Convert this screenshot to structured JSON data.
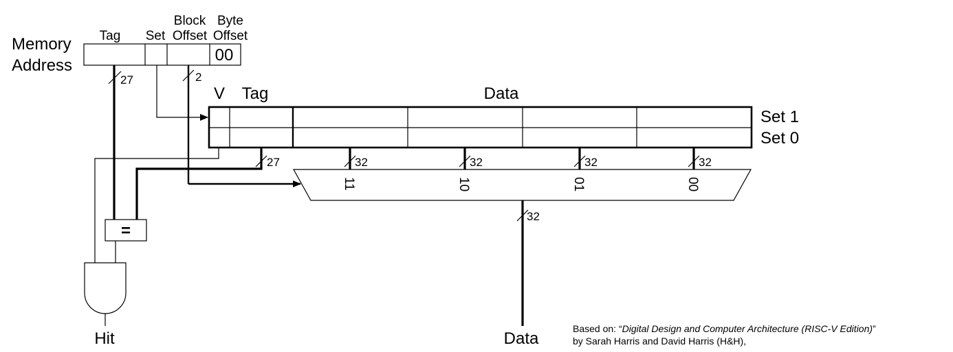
{
  "address": {
    "label_line1": "Memory",
    "label_line2": "Address",
    "fields": {
      "tag": "Tag",
      "set": "Set",
      "block_offset_line1": "Block",
      "block_offset_line2": "Offset",
      "byte_offset_line1": "Byte",
      "byte_offset_line2": "Offset"
    },
    "byte_offset_value": "00"
  },
  "bus_widths": {
    "tag_in": "27",
    "block_offset_in": "2",
    "tag_out": "27",
    "word3": "32",
    "word2": "32",
    "word1": "32",
    "word0": "32",
    "mux_out": "32"
  },
  "cache": {
    "header_v": "V",
    "header_tag": "Tag",
    "header_data": "Data",
    "set1": "Set 1",
    "set0": "Set 0"
  },
  "mux": {
    "input3": "11",
    "input2": "10",
    "input1": "01",
    "input0": "00"
  },
  "comparator": {
    "symbol": "="
  },
  "outputs": {
    "hit": "Hit",
    "data": "Data"
  },
  "credit": {
    "prefix": "Based on: “",
    "book": "Digital Design and Computer Architecture (RISC-V Edition)",
    "suffix": "”",
    "line2": "by Sarah Harris and David Harris (H&H),"
  }
}
